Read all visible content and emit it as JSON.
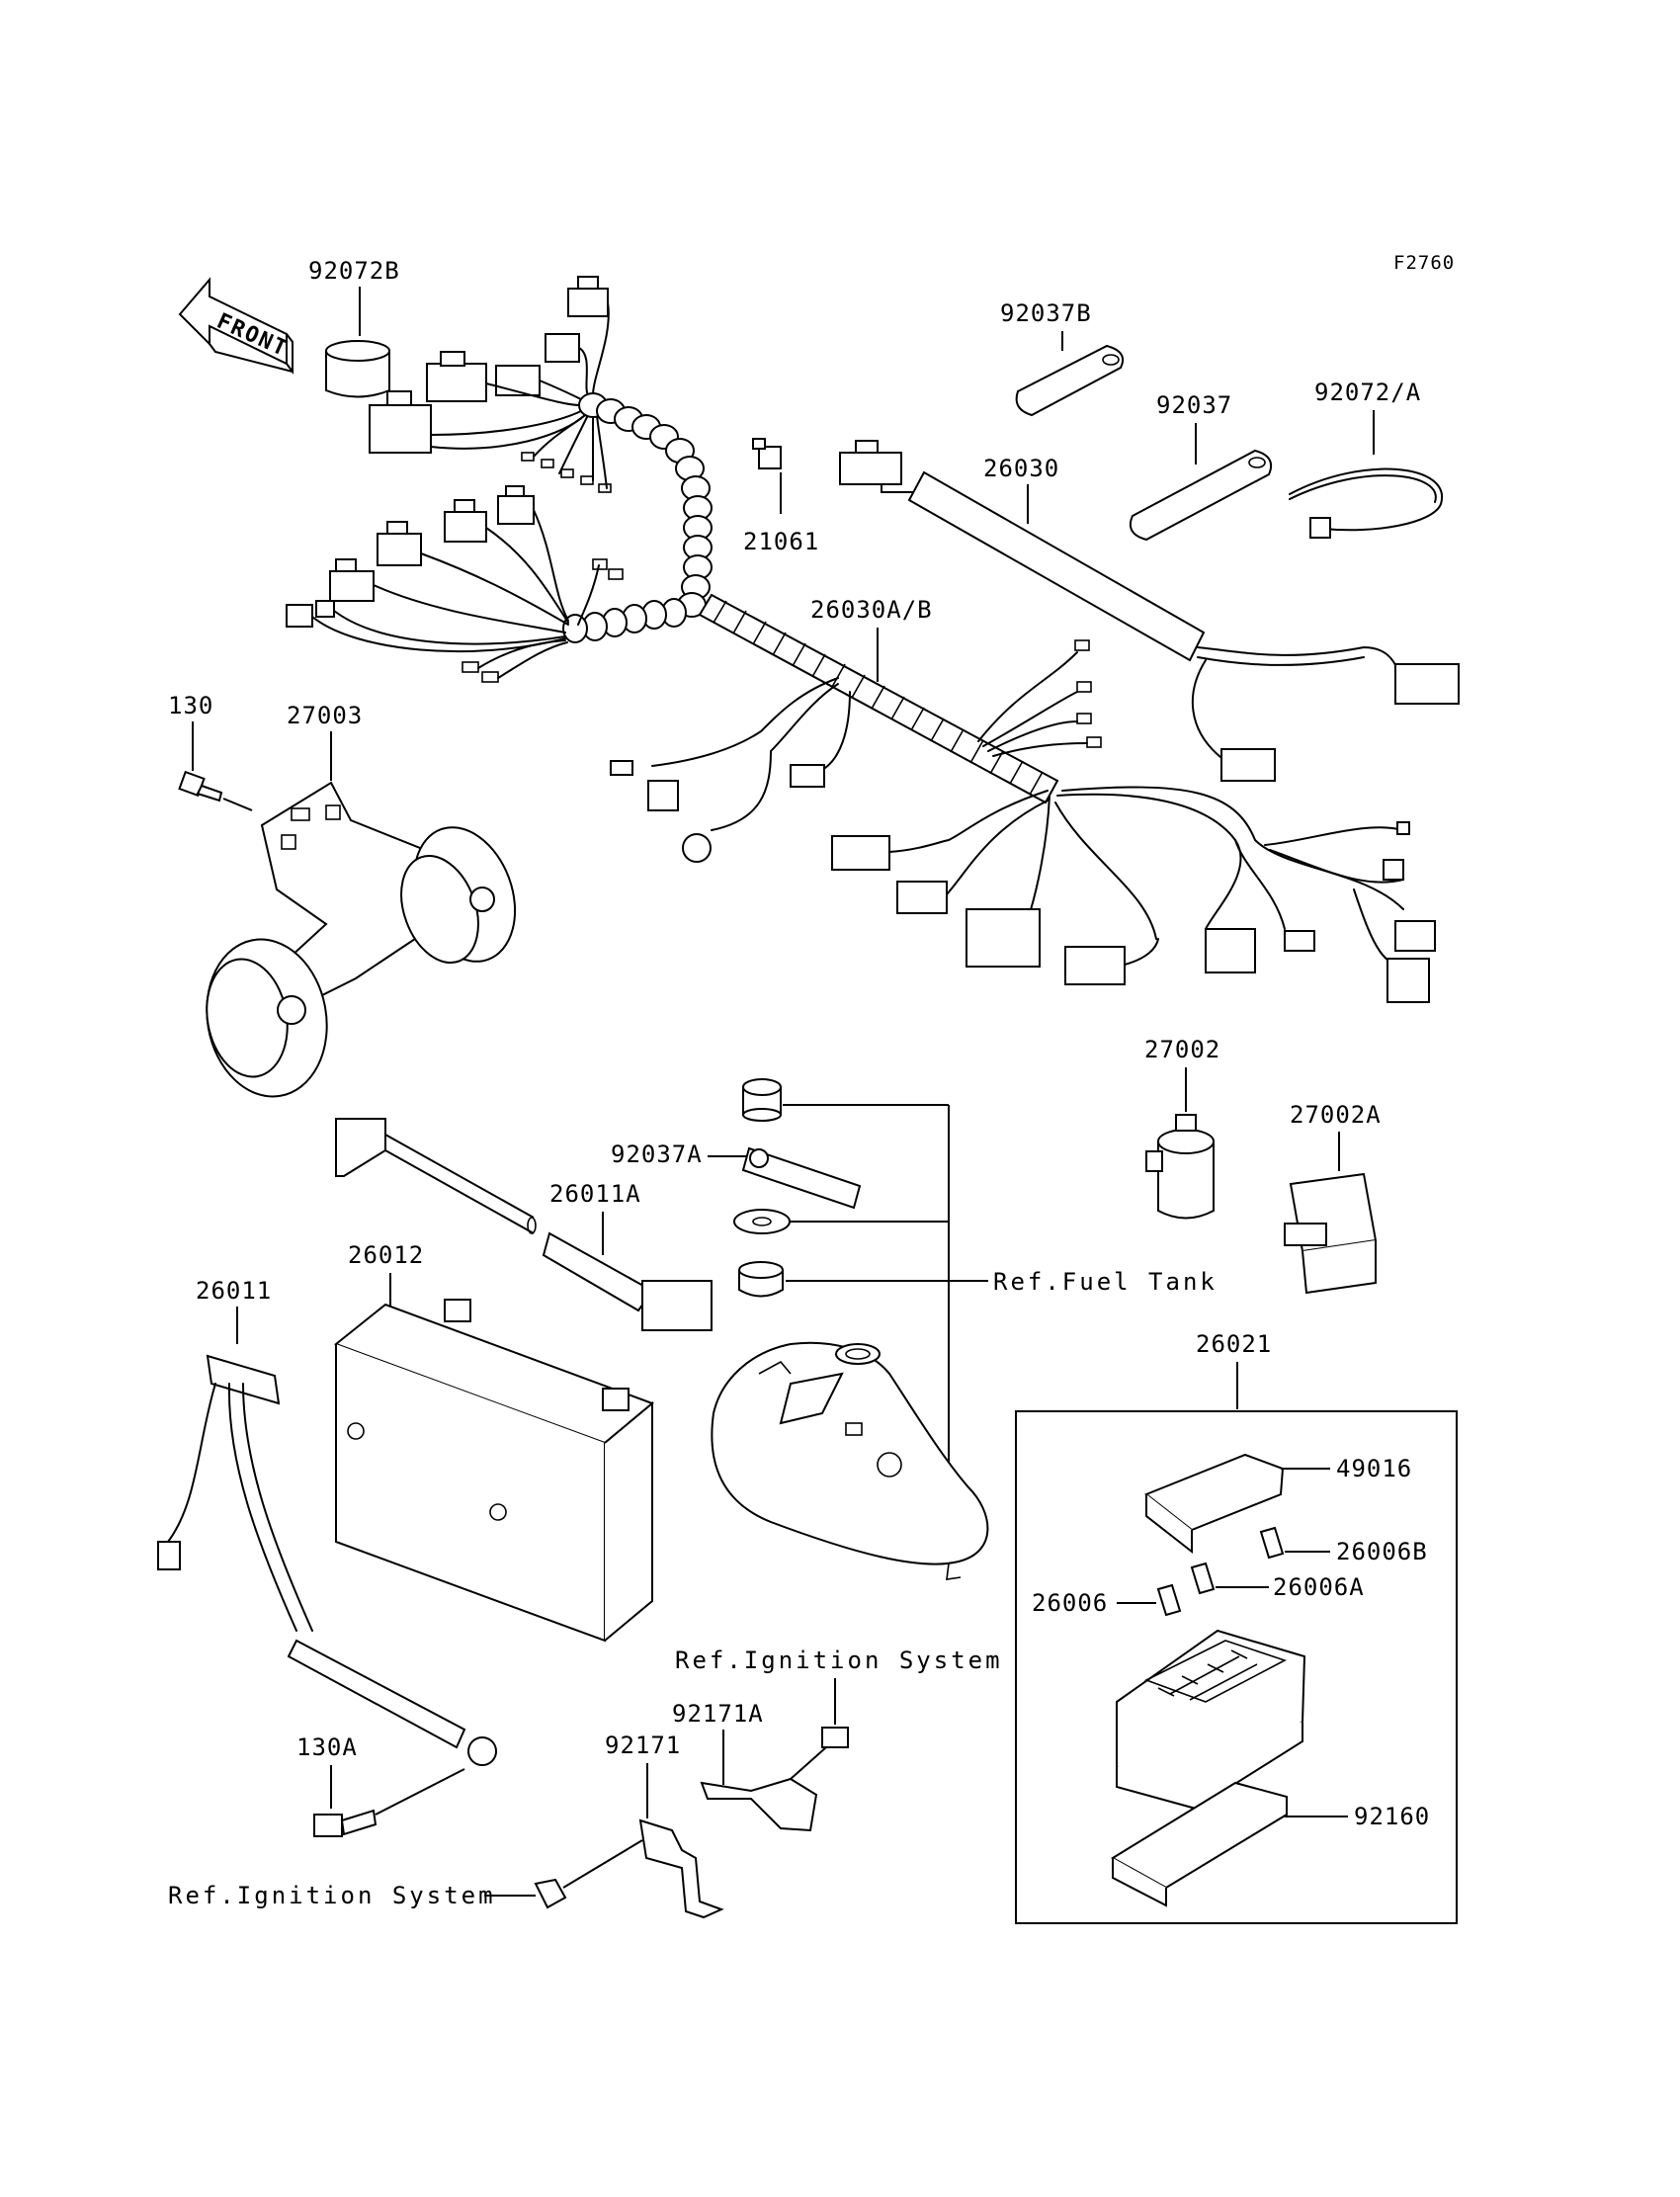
{
  "diagram": {
    "figure_code": "F2760",
    "front_label": "FRONT",
    "parts": {
      "p92072B": "92072B",
      "p92037B": "92037B",
      "p92037": "92037",
      "p92072A": "92072/A",
      "p26030": "26030",
      "p21061": "21061",
      "p26030AB": "26030A/B",
      "p130": "130",
      "p27003": "27003",
      "p27002": "27002",
      "p27002A": "27002A",
      "p92037A": "92037A",
      "p26011A": "26011A",
      "p26012": "26012",
      "p26011": "26011",
      "p26021": "26021",
      "p49016": "49016",
      "p26006B": "26006B",
      "p26006": "26006",
      "p26006A": "26006A",
      "p92160": "92160",
      "p92171A": "92171A",
      "p92171": "92171",
      "p130A": "130A"
    },
    "refs": {
      "fuel_tank": "Ref.Fuel Tank",
      "ignition_upper": "Ref.Ignition System",
      "ignition_lower": "Ref.Ignition System"
    }
  }
}
